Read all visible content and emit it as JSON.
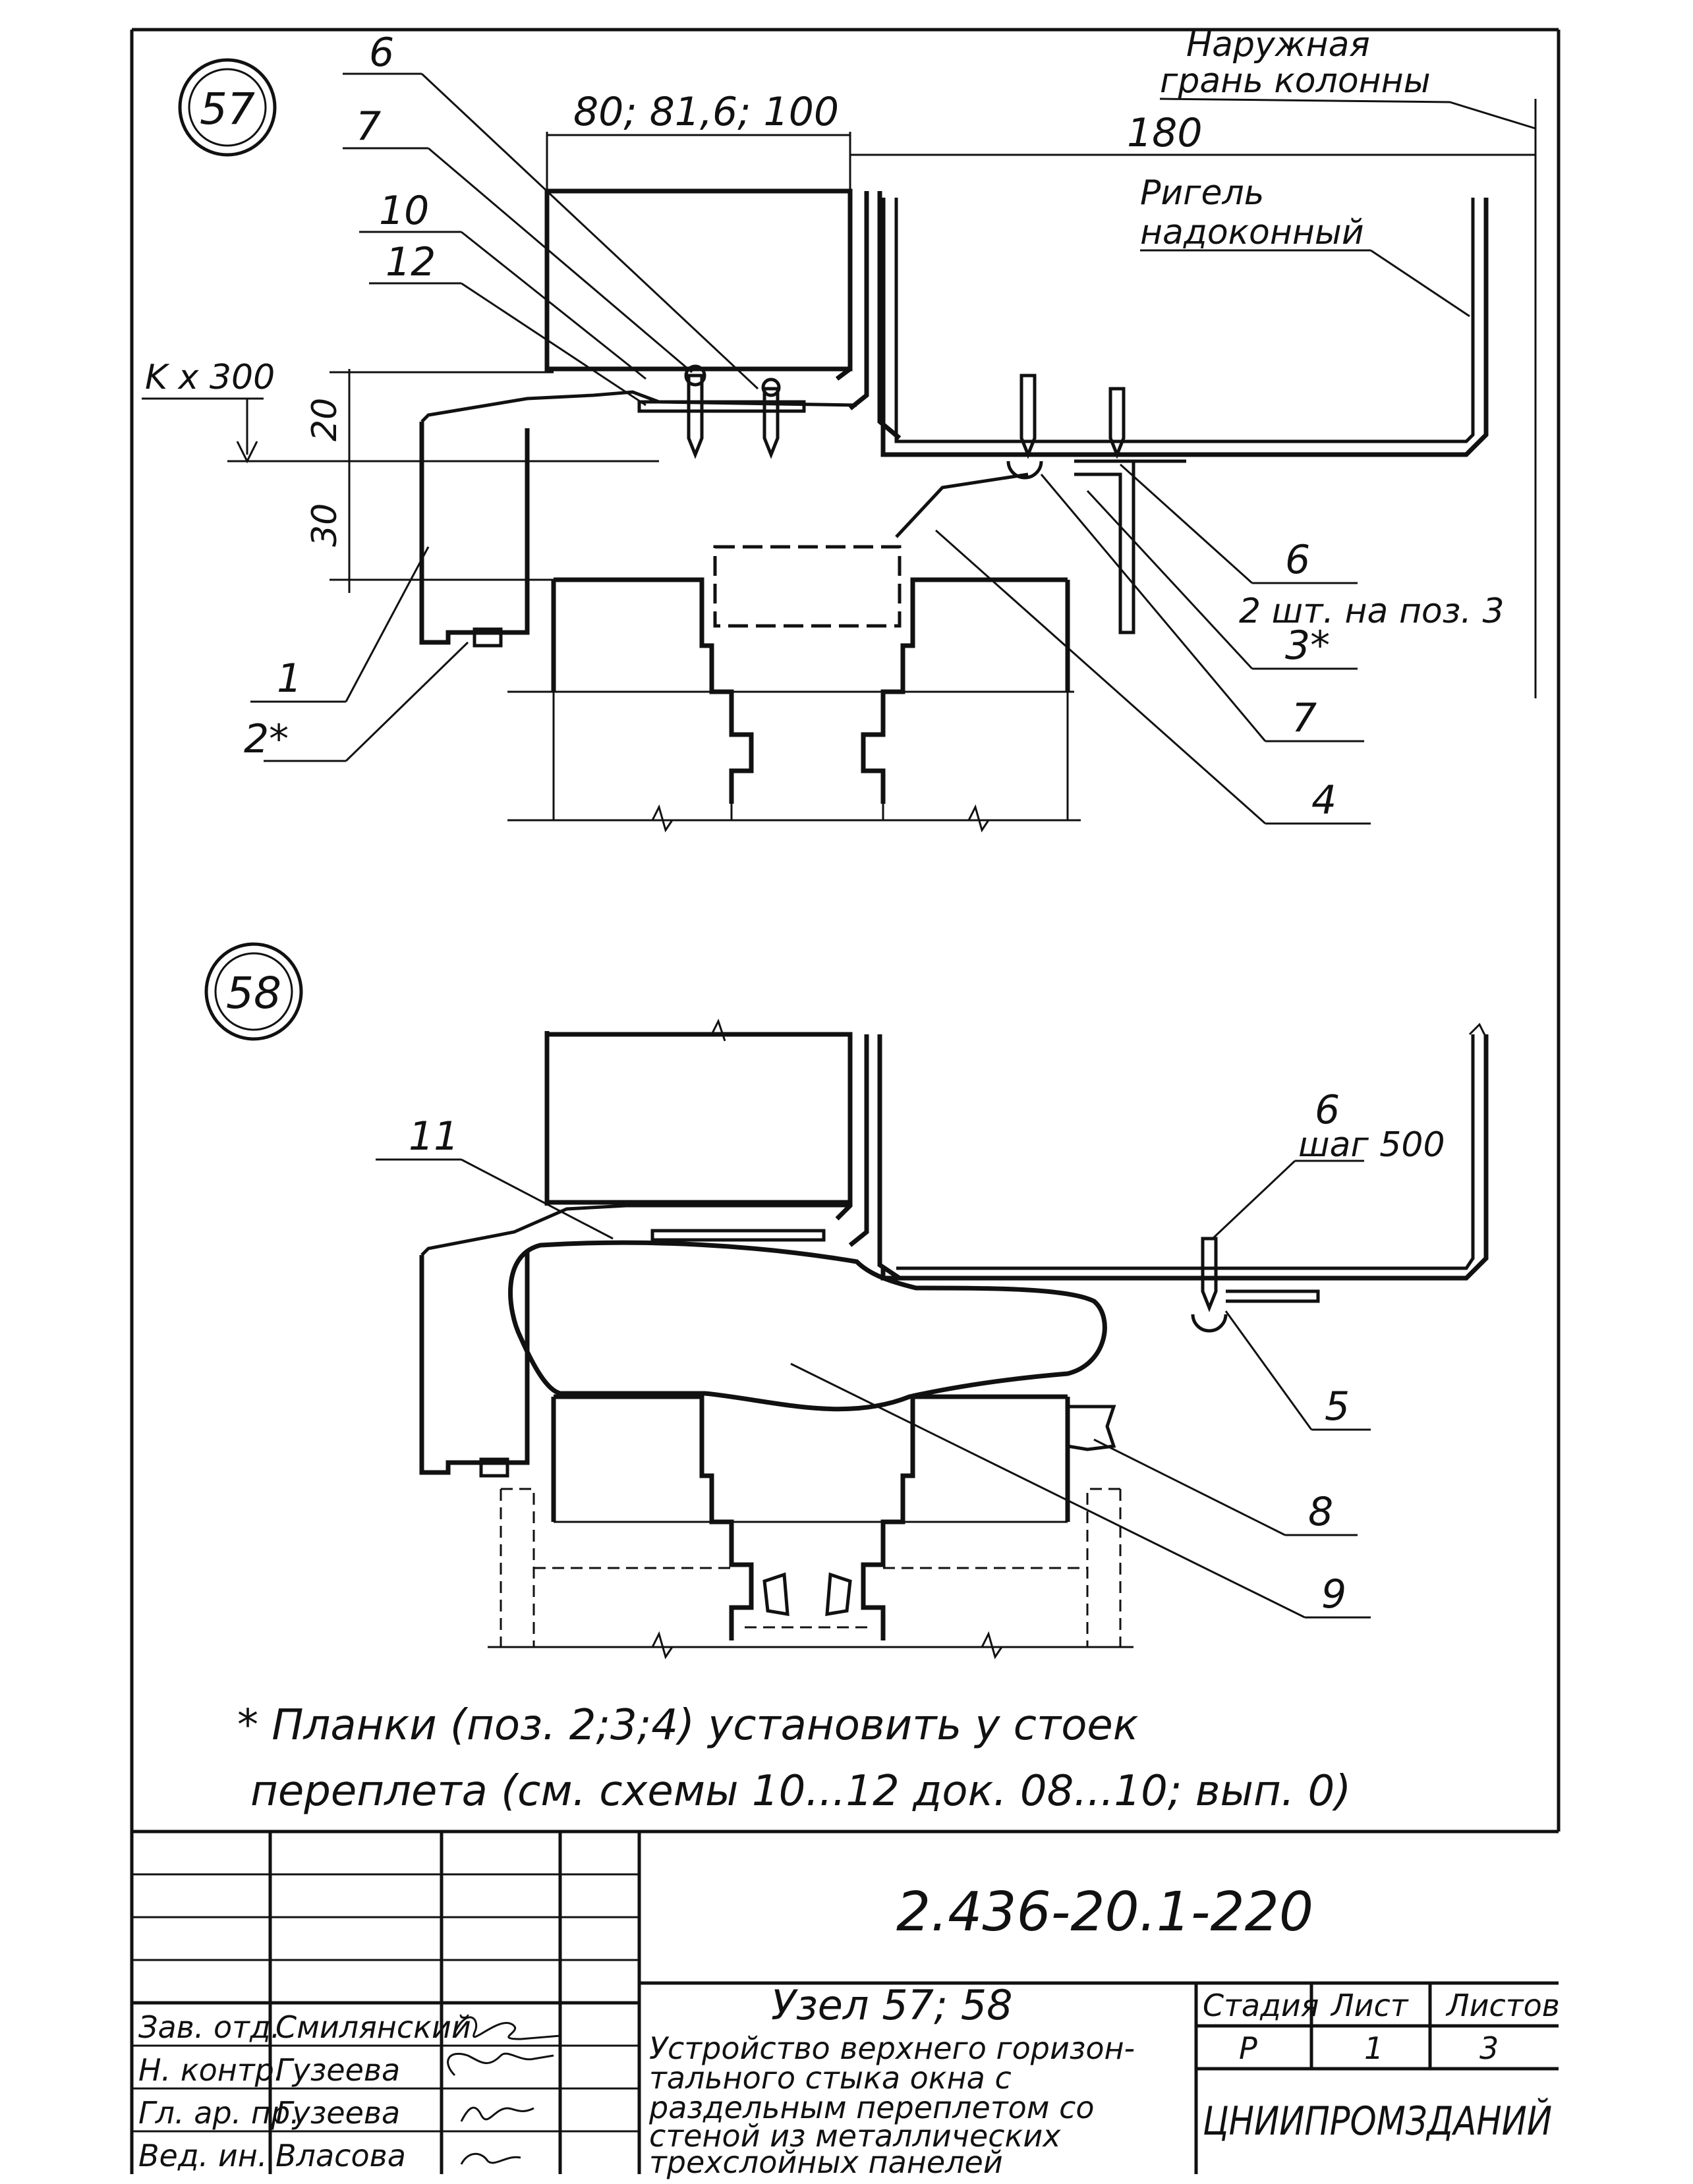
{
  "node57": {
    "badge": "57",
    "dim_width": "80; 81,6; 100",
    "dim_180": "180",
    "dim_20": "20",
    "dim_30": "30",
    "level_mark": "K x 300",
    "column_note": [
      "Наружная",
      "грань колонны"
    ],
    "riegel_note": [
      "Ригель",
      "надоконный"
    ],
    "labels": {
      "p6_top": "6",
      "p7_top": "7",
      "p10": "10",
      "p12": "12",
      "p1": "1",
      "p2": "2*",
      "p6_right": "6",
      "p6_note": "2 шт. на поз. 3",
      "p3": "3*",
      "p7_right": "7",
      "p4": "4"
    }
  },
  "node58": {
    "badge": "58",
    "labels": {
      "p11": "11",
      "p6": "6",
      "p6_note": "шаг 500",
      "p5": "5",
      "p8": "8",
      "p9": "9"
    }
  },
  "footnote": {
    "line1": "* Планки (поз. 2;3;4) установить у стоек",
    "line2": "переплета (см. схемы 10...12 док. 08...10; вып. 0)"
  },
  "title_block": {
    "code": "2.436-20.1-220",
    "title": "Узел 57; 58",
    "description": [
      "Устройство верхнего горизон-",
      "тального стыка окна с",
      "раздельным переплетом со",
      "стеной из металлических",
      "трехслойных панелей"
    ],
    "stage_header": "Стадия",
    "sheet_header": "Лист",
    "sheets_header": "Листов",
    "stage": "Р",
    "sheet": "1",
    "sheets": "3",
    "organization": "ЦНИИПРОМЗДАНИЙ",
    "signers": [
      {
        "role": "Зав. отд.",
        "name": "Смилянский"
      },
      {
        "role": "Н. контр.",
        "name": "Гузеева"
      },
      {
        "role": "Гл. ар. пр.",
        "name": "Гузеева"
      },
      {
        "role": "Вед. ин.",
        "name": "Власова"
      }
    ]
  }
}
